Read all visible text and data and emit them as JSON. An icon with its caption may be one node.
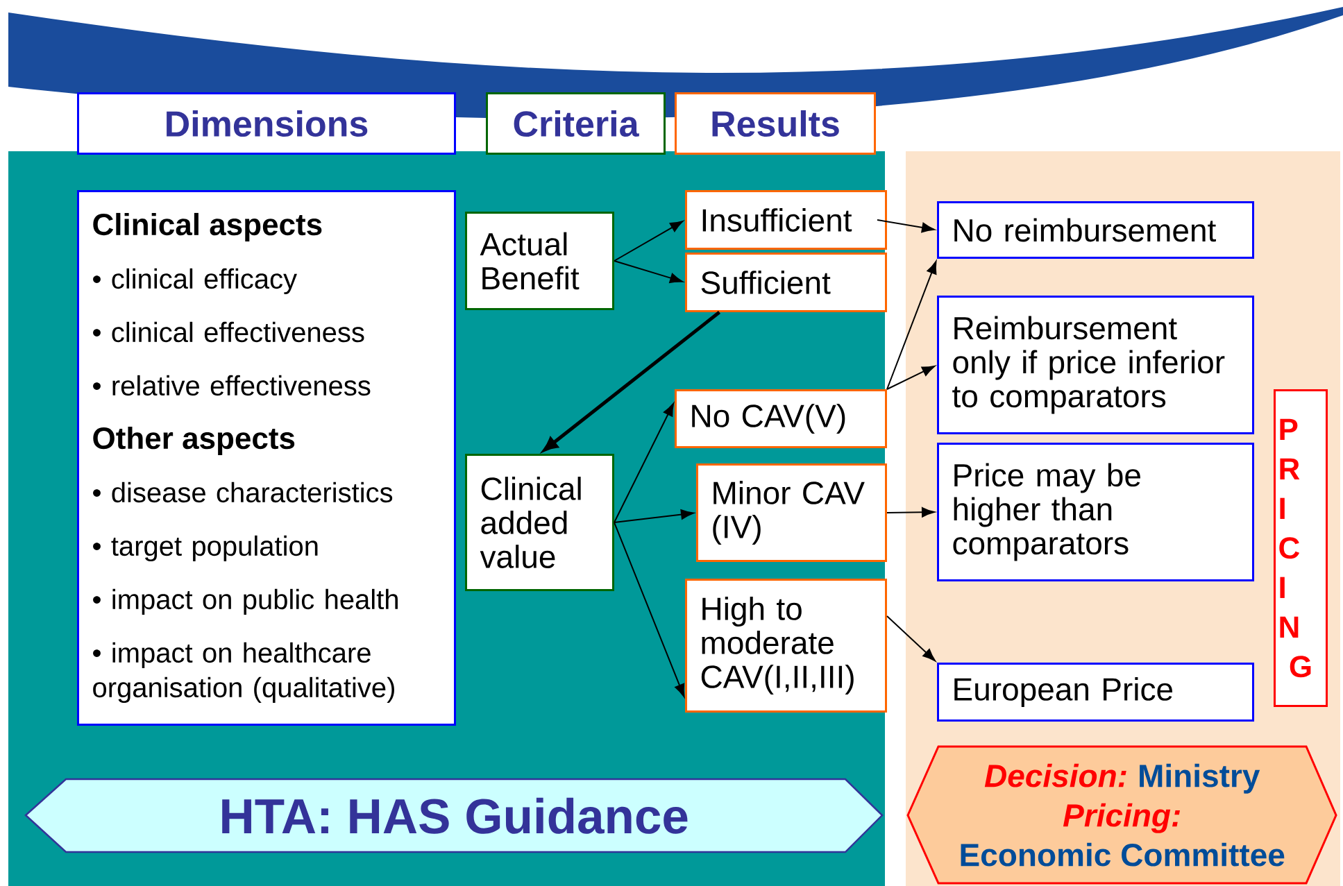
{
  "diagram": {
    "nodes": [
      {
        "text": [
          "Dimensions"
        ]
      },
      {
        "text": [
          "Criteria"
        ]
      },
      {
        "text": [
          "Results"
        ]
      },
      {
        "text": [
          "Clinical aspects",
          "• clinical efficacy",
          "• clinical effectiveness",
          "• relative effectiveness",
          "Other aspects",
          "• disease characteristics",
          "• target population",
          "• impact on public health",
          "• impact on healthcare organisation (qualitative)"
        ]
      },
      {
        "text": [
          "Actual Benefit"
        ]
      },
      {
        "text": [
          "Insufficient"
        ]
      },
      {
        "text": [
          "Sufficient"
        ]
      },
      {
        "text": [
          "Clinical added value"
        ]
      },
      {
        "text": [
          "No CAV(V)"
        ]
      },
      {
        "text": [
          "Minor CAV (IV)"
        ]
      },
      {
        "text": [
          "High to moderate CAV(I,II,III)"
        ]
      },
      {
        "text": [
          "No reimbursement"
        ]
      },
      {
        "text": [
          "Reimbursement only if price inferior to comparators"
        ]
      },
      {
        "text": [
          "Price may be higher than comparators"
        ]
      },
      {
        "text": [
          "European Price"
        ]
      },
      {
        "text": [
          "PRICING"
        ]
      },
      {
        "text": [
          "HTA: HAS Guidance"
        ]
      },
      {
        "text": [
          "Decision:",
          "Ministry",
          "Pricing:",
          "Economic Committee"
        ]
      }
    ],
    "edges": [
      {
        "from": 4,
        "to": 5,
        "arrow": "to"
      },
      {
        "from": 4,
        "to": 6,
        "arrow": "to"
      },
      {
        "from": 6,
        "to": 7,
        "arrow": "to",
        "style": "thick"
      },
      {
        "from": 7,
        "to": 8,
        "arrow": "to"
      },
      {
        "from": 7,
        "to": 9,
        "arrow": "to"
      },
      {
        "from": 7,
        "to": 10,
        "arrow": "to"
      },
      {
        "from": 5,
        "to": 11,
        "arrow": "to"
      },
      {
        "from": 8,
        "to": 11,
        "arrow": "to"
      },
      {
        "from": 8,
        "to": 12,
        "arrow": "to"
      },
      {
        "from": 9,
        "to": 13,
        "arrow": "to"
      },
      {
        "from": 10,
        "to": 14,
        "arrow": "to"
      }
    ]
  }
}
